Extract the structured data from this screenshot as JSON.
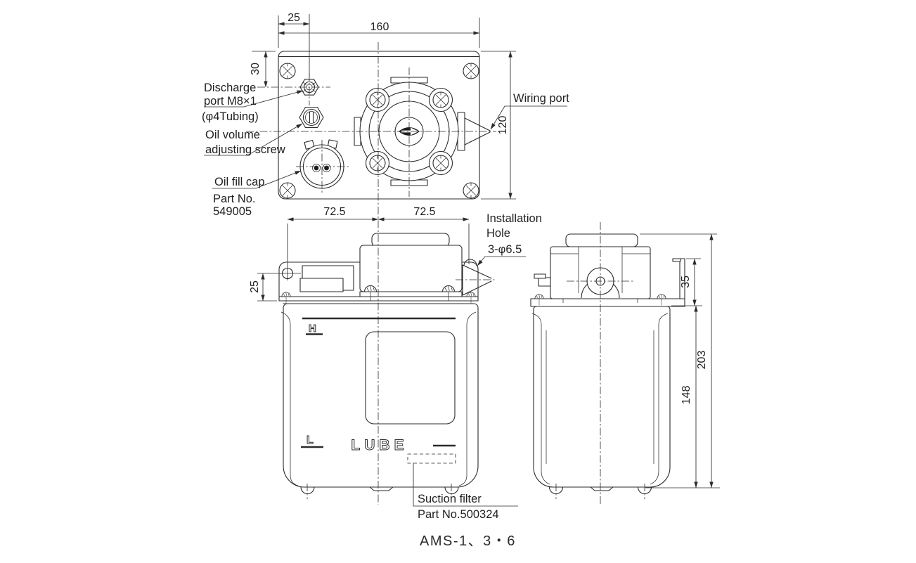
{
  "meta": {
    "caption": "AMS-1、3・6"
  },
  "colors": {
    "line": "#2b2b2b",
    "background": "#ffffff",
    "fill_black": "#1d1d1d"
  },
  "top_view": {
    "dims": {
      "discharge_offset": "25",
      "plate_width": "160",
      "discharge_depth": "30",
      "plate_height": "120"
    },
    "labels": {
      "discharge_port_l1": "Discharge",
      "discharge_port_l2": "port M8×1",
      "discharge_port_l3": "(φ4Tubing)",
      "oil_volume_l1": "Oil volume",
      "oil_volume_l2": "adjusting screw",
      "oil_fill_cap": "Oil fill cap",
      "oil_fill_part_l1": "Part No.",
      "oil_fill_part_l2": "549005",
      "wiring_port": "Wiring port"
    }
  },
  "front_view": {
    "dims": {
      "hole_span_left": "72.5",
      "hole_span_right": "72.5",
      "plate_band": "25"
    },
    "labels": {
      "installation_l1": "Installation",
      "installation_l2": "Hole",
      "installation_l3": "3-φ6.5",
      "level_high": "H",
      "level_low": "L",
      "brand_logo": "LUBE",
      "suction_l1": "Suction filter",
      "suction_l2": "Part No.500324"
    }
  },
  "side_view": {
    "dims": {
      "bracket_height": "35",
      "tank_height": "148",
      "overall_height": "203"
    }
  }
}
